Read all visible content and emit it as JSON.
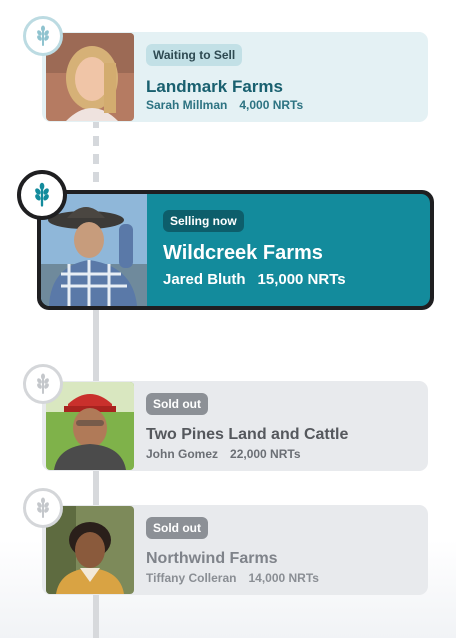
{
  "accent_color": "#138b9c",
  "node_icon": "wheat-icon",
  "listings": [
    {
      "status": "Waiting to Sell",
      "farm": "Landmark Farms",
      "farmer": "Sarah Millman",
      "nrts": "4,000 NRTs"
    },
    {
      "status": "Selling now",
      "farm": "Wildcreek Farms",
      "farmer": "Jared Bluth",
      "nrts": "15,000 NRTs"
    },
    {
      "status": "Sold out",
      "farm": "Two Pines Land and Cattle",
      "farmer": "John Gomez",
      "nrts": "22,000 NRTs"
    },
    {
      "status": "Sold out",
      "farm": "Northwind Farms",
      "farmer": "Tiffany Colleran",
      "nrts": "14,000 NRTs"
    }
  ]
}
